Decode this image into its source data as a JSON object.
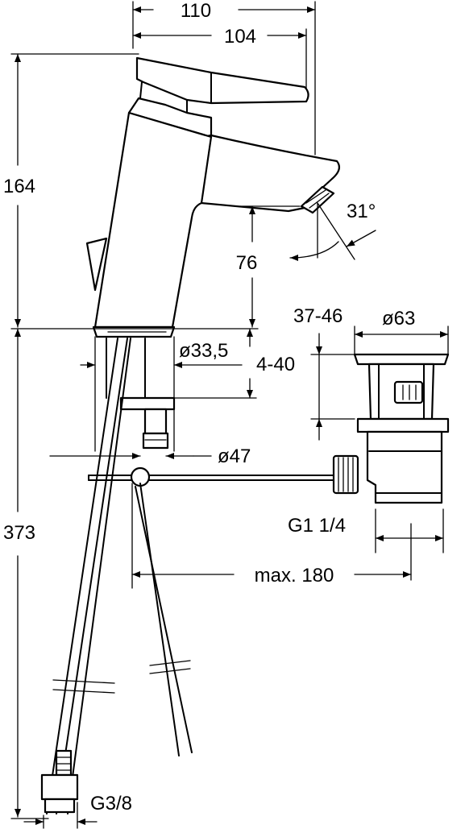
{
  "dimensions": {
    "width_overall": "110",
    "width_spout": "104",
    "height_total": "164",
    "spout_angle": "31°",
    "spout_height": "76",
    "hole_diameter": "ø33,5",
    "deck_thickness": "4-40",
    "waste_range": "37-46",
    "waste_diameter": "ø63",
    "rod_ring_diameter": "ø47",
    "below_deck_length": "373",
    "waste_thread": "G1 1/4",
    "rod_length": "max. 180",
    "supply_thread": "G3/8"
  }
}
